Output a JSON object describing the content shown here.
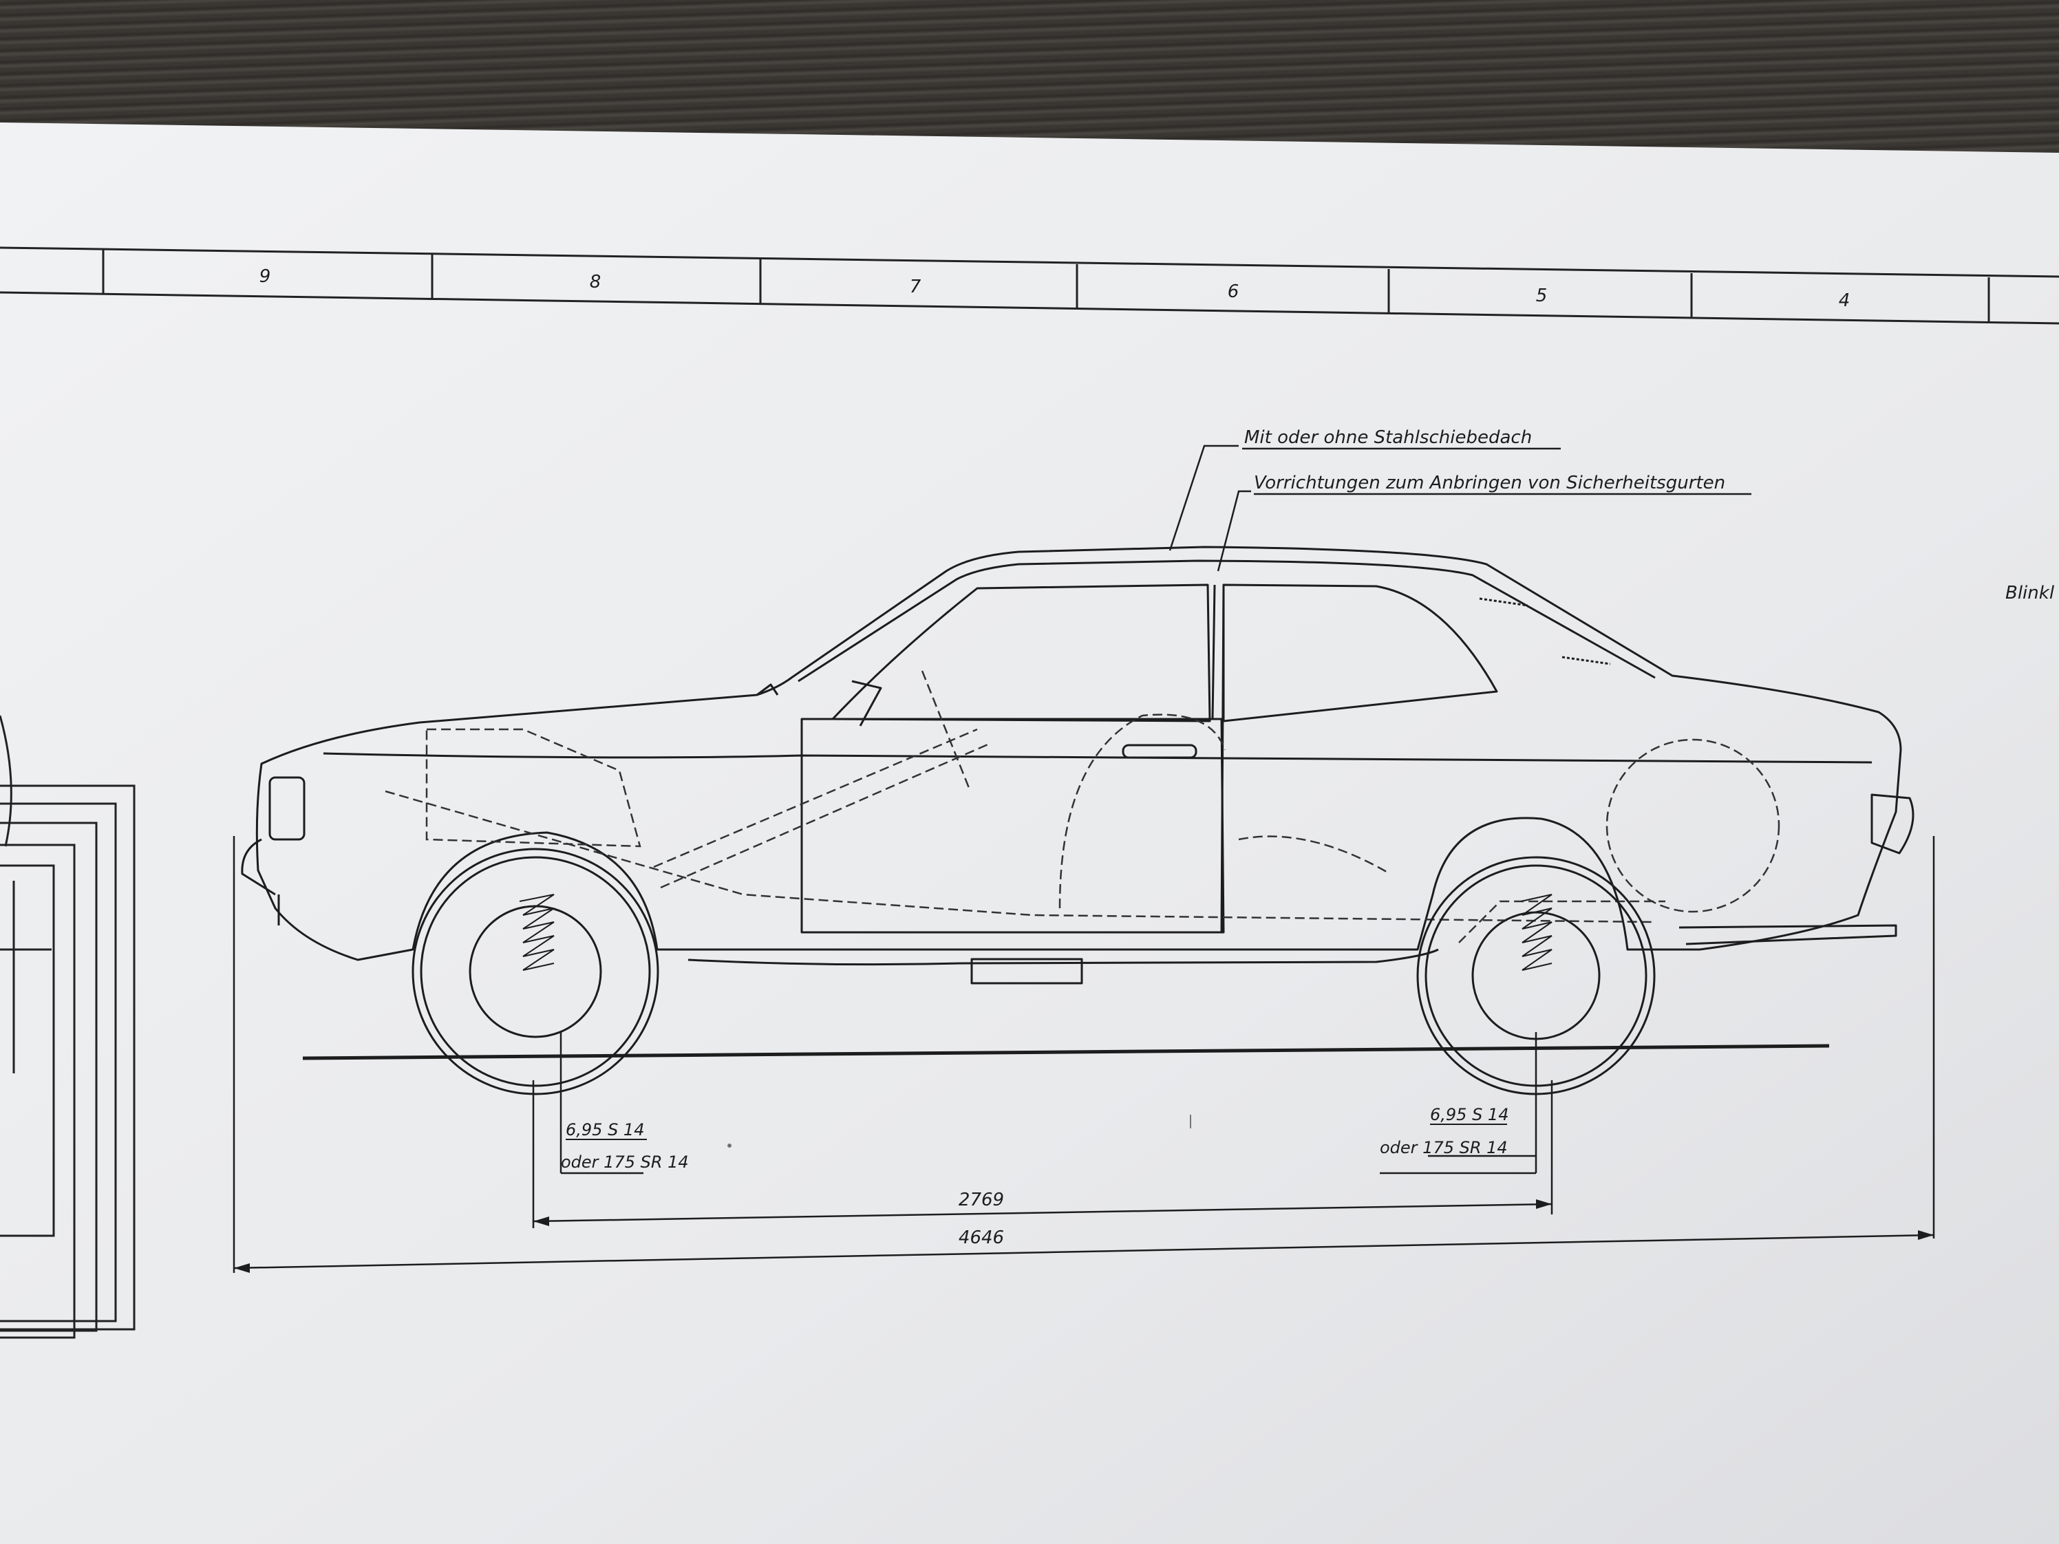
{
  "grid_zones": [
    "9",
    "8",
    "7",
    "6",
    "5",
    "4"
  ],
  "callouts": {
    "sunroof": "Mit oder ohne Stahlschiebedach",
    "seatbelts": "Vorrichtungen zum Anbringen von Sicherheitsgurten",
    "edge_label": "Blinkl"
  },
  "tires": {
    "front_line1": "6,95 S 14",
    "front_line2": "oder 175 SR 14",
    "rear_line1": "6,95 S 14",
    "rear_line2": "oder 175 SR 14"
  },
  "dimensions": {
    "wheelbase": "2769",
    "overall_length": "4646"
  },
  "colors": {
    "paper": "#ecedef",
    "ink": "#1d1d1d",
    "table": "#3a3733"
  }
}
